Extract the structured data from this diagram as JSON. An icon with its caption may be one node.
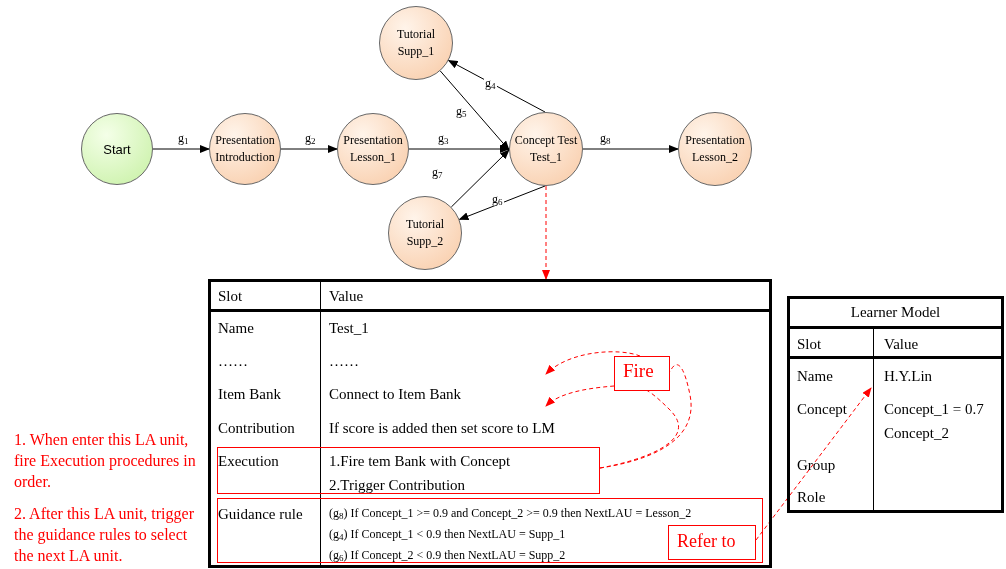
{
  "diagram": {
    "nodes": [
      {
        "text": [
          "Start"
        ]
      },
      {
        "text": [
          "Presentation",
          "Introduction"
        ]
      },
      {
        "text": [
          "Presentation",
          "Lesson_1"
        ]
      },
      {
        "text": [
          "Concept Test",
          "Test_1"
        ]
      },
      {
        "text": [
          "Presentation",
          "Lesson_2"
        ]
      },
      {
        "text": [
          "Tutorial",
          "Supp_1"
        ]
      },
      {
        "text": [
          "Tutorial",
          "Supp_2"
        ]
      },
      {
        "text": [
          "Slot",
          "Value",
          "Name",
          "Test_1",
          "……",
          "……",
          "Item Bank",
          "Connect to Item Bank",
          "Contribution",
          "If score is added then set score to LM"
        ]
      },
      {
        "text": [
          "Execution",
          "1.Fire tem Bank with Concept",
          "2.Trigger Contribution"
        ],
        "in": 7
      },
      {
        "text": [
          "Guidance rule",
          "(g$_{8}$) If Concept_1 >= 0.9 and Concept_2 >= 0.9 then NextLAU = Lesson_2",
          "(g$_{4}$) If Concept_1 < 0.9 then NextLAU = Supp_1",
          "(g$_{6}$) If Concept_2 < 0.9 then NextLAU = Supp_2"
        ],
        "in": 7
      },
      {
        "text": [
          "Fire"
        ],
        "in": 7
      },
      {
        "text": [
          "Refer to"
        ],
        "in": 9
      },
      {
        "text": [
          "Learner Model",
          "Slot",
          "Value",
          "Name",
          "H.Y.Lin",
          "Concept",
          "Concept_1 = 0.7",
          "Concept_2",
          "Group",
          "Role"
        ]
      }
    ],
    "edges": [
      {
        "from": 0,
        "to": 1,
        "arrow": "to",
        "label": "g$_{1}$"
      },
      {
        "from": 1,
        "to": 2,
        "arrow": "to",
        "label": "g$_{2}$"
      },
      {
        "from": 2,
        "to": 3,
        "arrow": "to",
        "label": "g$_{3}$"
      },
      {
        "from": 3,
        "to": 5,
        "arrow": "to",
        "label": "g$_{4}$"
      },
      {
        "from": 5,
        "to": 3,
        "arrow": "to",
        "label": "g$_{5}$"
      },
      {
        "from": 3,
        "to": 6,
        "arrow": "to",
        "label": "g$_{6}$"
      },
      {
        "from": 6,
        "to": 3,
        "arrow": "to",
        "label": "g$_{7}$"
      },
      {
        "from": 3,
        "to": 4,
        "arrow": "to",
        "label": "g$_{8}$"
      },
      {
        "from": 3,
        "to": 7,
        "arrow": "to",
        "style": "dashed",
        "color": "#ff0000"
      },
      {
        "from": 8,
        "to": 10,
        "arrow": "none",
        "style": "dashed",
        "color": "#ff0000"
      },
      {
        "from": 8,
        "to": 10,
        "arrow": "none",
        "style": "dashed",
        "color": "#ff0000"
      },
      {
        "from": 10,
        "to": null,
        "arrow": "to",
        "style": "dashed",
        "color": "#ff0000"
      },
      {
        "from": 10,
        "to": null,
        "arrow": "to",
        "style": "dashed",
        "color": "#ff0000"
      },
      {
        "from": 11,
        "to": 12,
        "arrow": "to",
        "style": "dashed",
        "color": "#ff0000"
      }
    ],
    "labels": [
      "1. When enter this LA unit, fire Execution procedures in order.",
      "2. After this LA unit, trigger the guidance rules to select the next LA unit."
    ]
  }
}
